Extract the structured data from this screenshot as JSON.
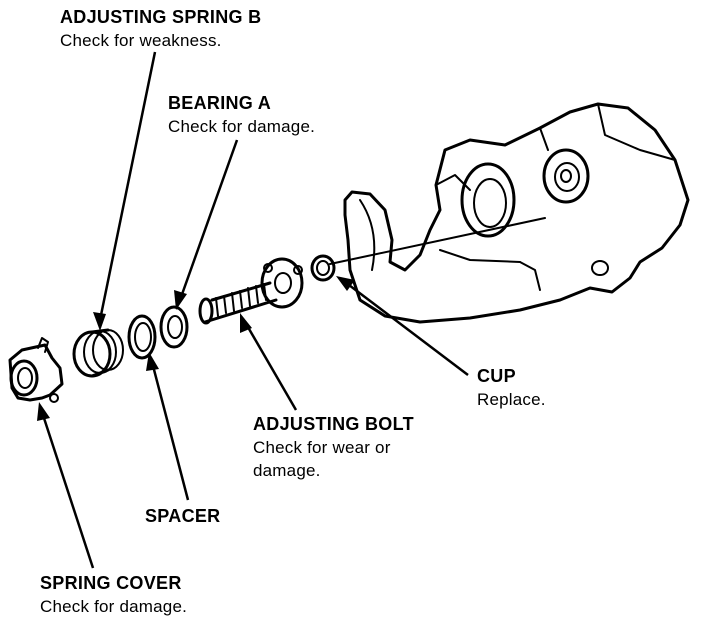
{
  "callouts": {
    "adjusting_spring_b": {
      "title": "ADJUSTING SPRING B",
      "note": "Check for weakness."
    },
    "bearing_a": {
      "title": "BEARING A",
      "note": "Check for damage."
    },
    "cup": {
      "title": "CUP",
      "note": "Replace."
    },
    "adjusting_bolt": {
      "title": "ADJUSTING BOLT",
      "note_line1": "Check for wear or",
      "note_line2": "damage."
    },
    "spacer": {
      "title": "SPACER"
    },
    "spring_cover": {
      "title": "SPRING COVER",
      "note": "Check for damage."
    }
  }
}
